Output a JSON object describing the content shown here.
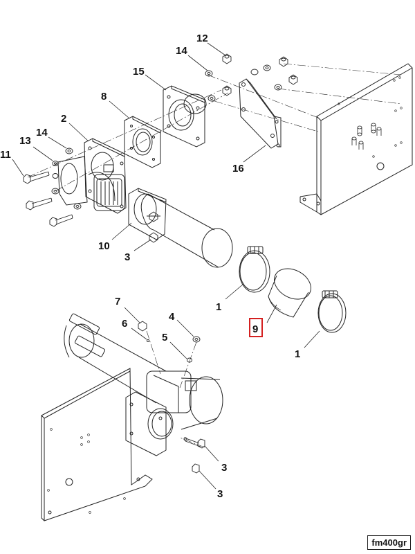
{
  "diagram": {
    "callouts": [
      {
        "label": "12"
      },
      {
        "label": "14"
      },
      {
        "label": "15"
      },
      {
        "label": "8"
      },
      {
        "label": "2"
      },
      {
        "label": "14"
      },
      {
        "label": "13"
      },
      {
        "label": "11"
      },
      {
        "label": "16"
      },
      {
        "label": "10"
      },
      {
        "label": "3"
      },
      {
        "label": "1"
      },
      {
        "label": "9"
      },
      {
        "label": "1"
      },
      {
        "label": "7"
      },
      {
        "label": "6"
      },
      {
        "label": "4"
      },
      {
        "label": "5"
      },
      {
        "label": "3"
      },
      {
        "label": "3"
      }
    ],
    "highlighted_label": "9",
    "highlight_color": "#d42020",
    "line_color": "#222222",
    "doc_code": "fm400gr"
  }
}
